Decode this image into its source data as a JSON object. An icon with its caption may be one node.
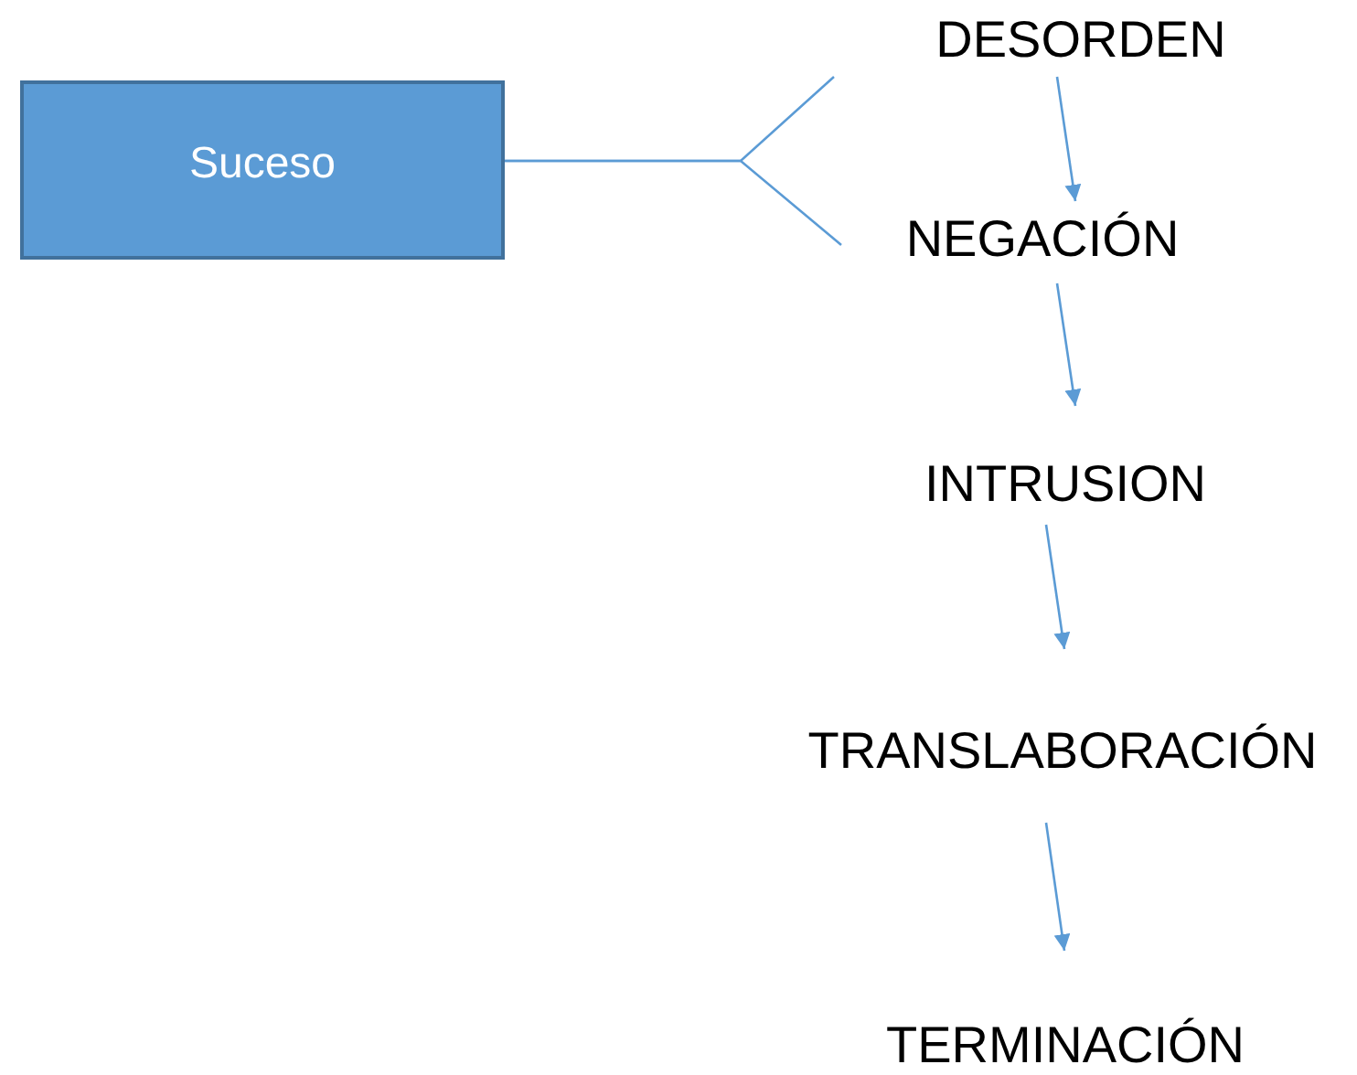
{
  "diagram": {
    "nodes": [
      {
        "text": [
          "Suceso"
        ]
      },
      {
        "text": [
          "DESORDEN"
        ]
      },
      {
        "text": [
          "NEGACIÓN"
        ]
      },
      {
        "text": [
          "INTRUSION"
        ]
      },
      {
        "text": [
          "TRANSLABORACIÓN"
        ]
      },
      {
        "text": [
          "TERMINACIÓN"
        ]
      }
    ],
    "edges": [
      {
        "from": 0,
        "to": 1,
        "arrow": "none"
      },
      {
        "from": 0,
        "to": 2,
        "arrow": "none"
      },
      {
        "from": 1,
        "to": 2,
        "arrow": "to"
      },
      {
        "from": 2,
        "to": 3,
        "arrow": "to"
      },
      {
        "from": 3,
        "to": 4,
        "arrow": "to"
      },
      {
        "from": 4,
        "to": 5,
        "arrow": "to"
      }
    ]
  }
}
